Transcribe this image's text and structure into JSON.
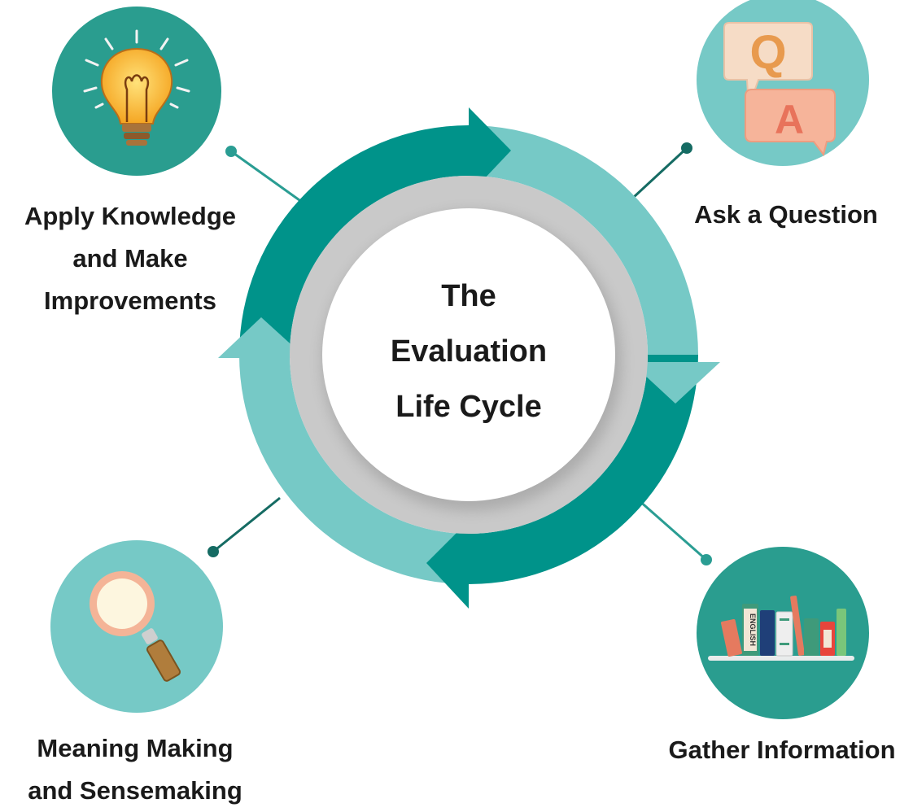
{
  "title": {
    "line1": "The",
    "line2": "Evaluation",
    "line3": "Life Cycle"
  },
  "stages": {
    "ask": {
      "label": "Ask a Question",
      "q_letter": "Q",
      "a_letter": "A"
    },
    "gather": {
      "label": "Gather Information",
      "book_spine_text": "ENGLISH"
    },
    "meaning": {
      "line1": "Meaning Making",
      "line2": "and Sensemaking"
    },
    "apply": {
      "line1": "Apply Knowledge",
      "line2": "and Make",
      "line3": "Improvements"
    }
  },
  "colors": {
    "dark_teal": "#00938a",
    "light_teal": "#76c9c6",
    "connector_dark": "#156b63",
    "connector_light": "#2a9d93",
    "inner_ring": "#c9c9c9",
    "center_fill": "#ffffff"
  }
}
